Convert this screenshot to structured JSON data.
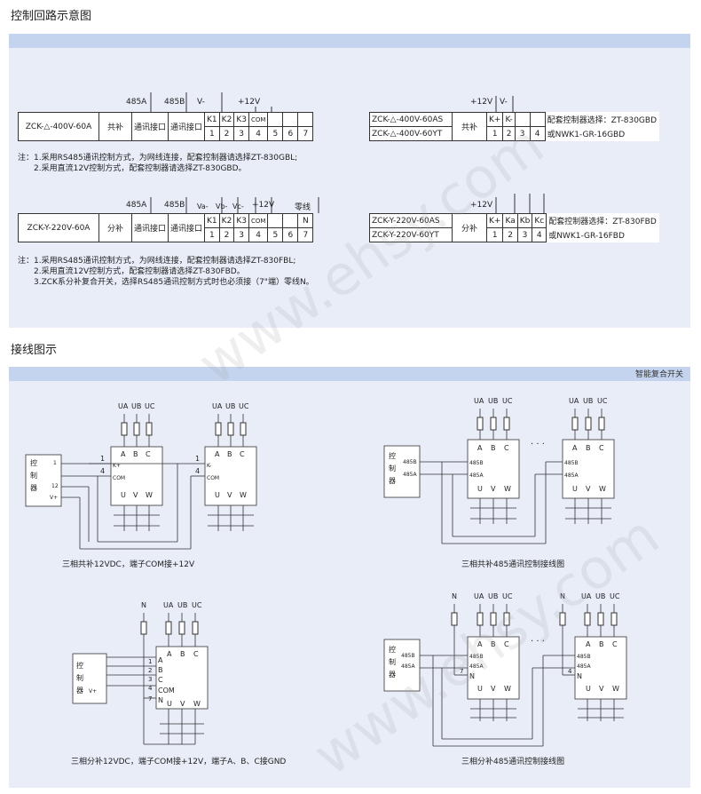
{
  "sections": {
    "control_title": "控制回路示意图",
    "wiring_title": "接线图示",
    "wiring_bar_label": "智能复合开关"
  },
  "table1": {
    "top_485a": "485A",
    "top_485b": "485B",
    "top_vminus": "V-",
    "top_12v": "+12V",
    "model": "ZCK-△-400V-60A",
    "type": "共补",
    "comm1": "通讯接口",
    "comm2": "通讯接口",
    "k1": "K1",
    "k2": "K2",
    "k3": "K3",
    "com": "COM",
    "n1": "1",
    "n2": "2",
    "n3": "3",
    "n4": "4",
    "n5": "5",
    "n6": "6",
    "n7": "7"
  },
  "notes1": {
    "line1": "注：1.采用RS485通讯控制方式，为网线连接，配套控制器请选择ZT-830GBL;",
    "line2": "2.采用直流12V控制方式，配套控制器请选择ZT-830GBD。"
  },
  "table2": {
    "top_12v": "+12V",
    "top_vminus": "V-",
    "model_a": "ZCK-△-400V-60AS",
    "model_b": "ZCK-△-400V-60YT",
    "type": "共补",
    "kplus": "K+",
    "kminus": "K-",
    "n1": "1",
    "n2": "2",
    "n3": "3",
    "n4": "4",
    "ctrl_a": "配套控制器选择：ZT-830GBD",
    "ctrl_b": "或NWK1-GR-16GBD"
  },
  "table3": {
    "top_485a": "485A",
    "top_485b": "485B",
    "top_va": "Va-",
    "top_vb": "Vb-",
    "top_vc": "Vc-",
    "top_12v": "+12V",
    "top_zero": "零线",
    "model": "ZCK-Y-220V-60A",
    "type": "分补",
    "comm1": "通讯接口",
    "comm2": "通讯接口",
    "k1": "K1",
    "k2": "K2",
    "k3": "K3",
    "com": "COM",
    "n": "N",
    "n1": "1",
    "n2": "2",
    "n3": "3",
    "n4": "4",
    "n5": "5",
    "n6": "6",
    "n7": "7"
  },
  "notes2": {
    "line1": "注：1.采用RS485通讯控制方式，为网线连接，配套控制器请选择ZT-830FBL;",
    "line2": "2.采用直流12V控制方式，配套控制器请选择ZT-830FBD。",
    "line3": "3.ZCK系分补复合开关，选择RS485通讯控制方式时也必须接（7\"端）零线N。"
  },
  "table4": {
    "top_12v": "+12V",
    "model_a": "ZCK-Y-220V-60AS",
    "model_b": "ZCK-Y-220V-60YT",
    "type": "分补",
    "kplus": "K+",
    "ka": "Ka",
    "kb": "Kb",
    "kc": "Kc",
    "n1": "1",
    "n2": "2",
    "n3": "3",
    "n4": "4",
    "ctrl_a": "配套控制器选择：ZT-830FBD",
    "ctrl_b": "或NWK1-GR-16FBD"
  },
  "diagrams": {
    "ua": "UA",
    "ub": "UB",
    "uc": "UC",
    "n": "N",
    "a": "A",
    "b": "B",
    "c": "C",
    "u": "U",
    "v": "V",
    "w": "W",
    "ctrl1": "控",
    "ctrl2": "制",
    "ctrl3": "器",
    "kplus": "K+",
    "kminus": "K-",
    "com": "COM",
    "vplus": "V+",
    "p485a": "485A",
    "p485b": "485B",
    "dots": "· · ·",
    "t1": "1",
    "t2": "2",
    "t3": "3",
    "t4": "4",
    "t7": "7",
    "t12": "12",
    "caption1": "三相共补12VDC，端子COM接+12V",
    "caption2": "三相共补485通讯控制接线图",
    "caption3": "三相分补12VDC，端子COM接+12V，端子A、B、C接GND",
    "caption4": "三相分补485通讯控制接线图"
  },
  "watermark": "www.ehsy.com"
}
